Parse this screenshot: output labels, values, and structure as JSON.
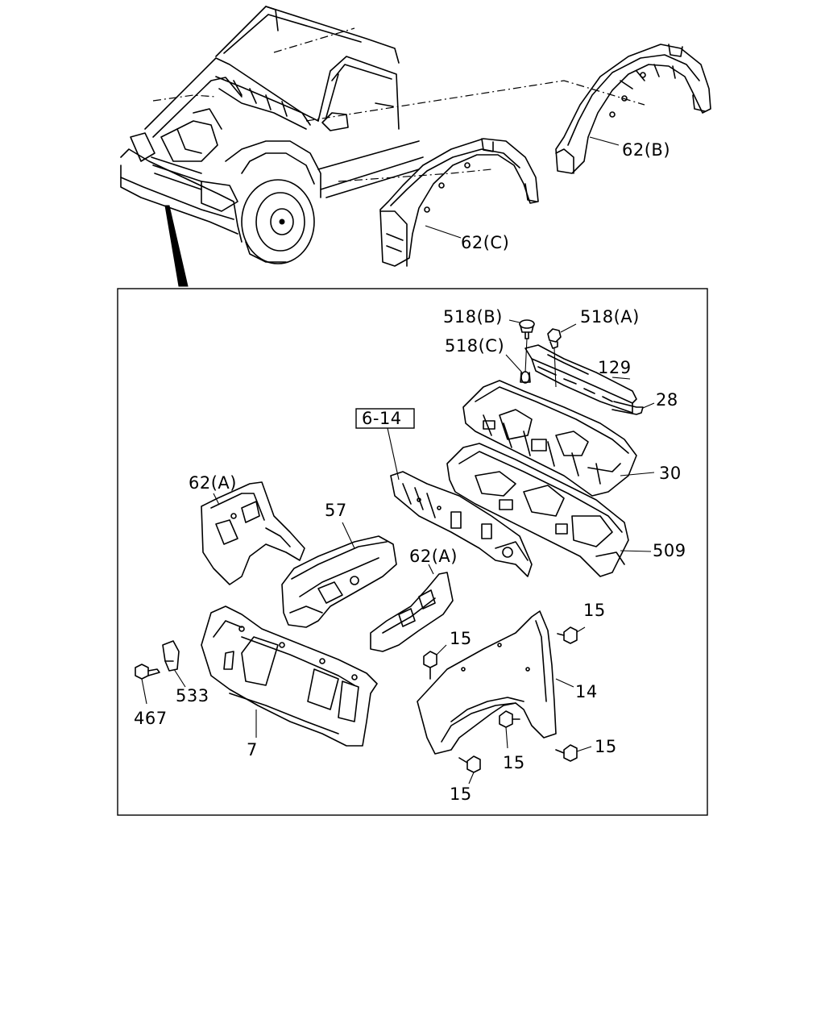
{
  "diagram": {
    "labels": {
      "part_62B": "62(B)",
      "part_62C": "62(C)",
      "part_518B": "518(B)",
      "part_518A": "518(A)",
      "part_518C": "518(C)",
      "part_129": "129",
      "part_28": "28",
      "part_6_14": "6-14",
      "part_30": "30",
      "part_62A_left": "62(A)",
      "part_57": "57",
      "part_509": "509",
      "part_62A_center": "62(A)",
      "part_15_a": "15",
      "part_15_b": "15",
      "part_14": "14",
      "part_533": "533",
      "part_467": "467",
      "part_7": "7",
      "part_15_c": "15",
      "part_15_d": "15",
      "part_15_e": "15"
    }
  }
}
